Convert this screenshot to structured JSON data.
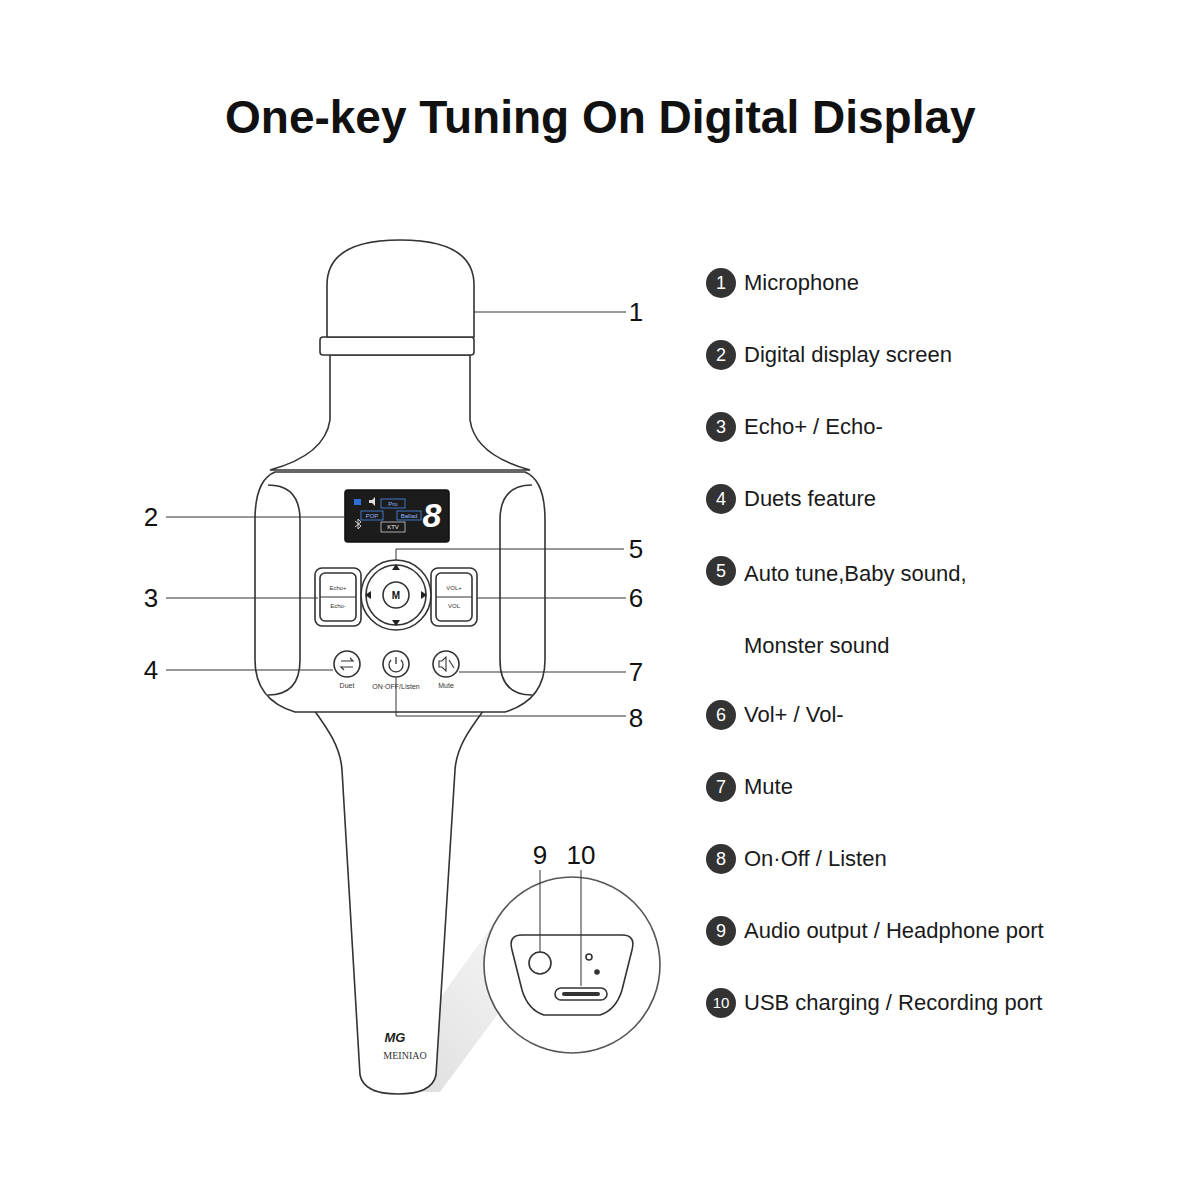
{
  "diagram": {
    "title": "One-key Tuning On Digital Display",
    "nodes": [
      {
        "text": [
          "1",
          "Microphone"
        ]
      },
      {
        "text": [
          "2",
          "Digital display screen"
        ]
      },
      {
        "text": [
          "3",
          "Echo+ / Echo-"
        ]
      },
      {
        "text": [
          "4",
          "Duets feature"
        ]
      },
      {
        "text": [
          "5",
          "Auto tune,Baby sound, Monster sound"
        ]
      },
      {
        "text": [
          "6",
          "Vol+ / Vol-"
        ]
      },
      {
        "text": [
          "7",
          "Mute"
        ]
      },
      {
        "text": [
          "8",
          "On·Off / Listen"
        ]
      },
      {
        "text": [
          "9",
          "Audio output / Headphone port"
        ]
      },
      {
        "text": [
          "10",
          "USB charging / Recording port"
        ]
      }
    ],
    "labels": [
      "1",
      "2",
      "3",
      "4",
      "5",
      "6",
      "7",
      "8",
      "9",
      "10",
      "Pro",
      "POP",
      "Ballad",
      "KTV",
      "8",
      "Echo+",
      "Echo-",
      "VOL+",
      "VOL",
      "M",
      "Duet",
      "ON·OFF/Listen",
      "Mute",
      "MEINIAO",
      "MG"
    ]
  }
}
